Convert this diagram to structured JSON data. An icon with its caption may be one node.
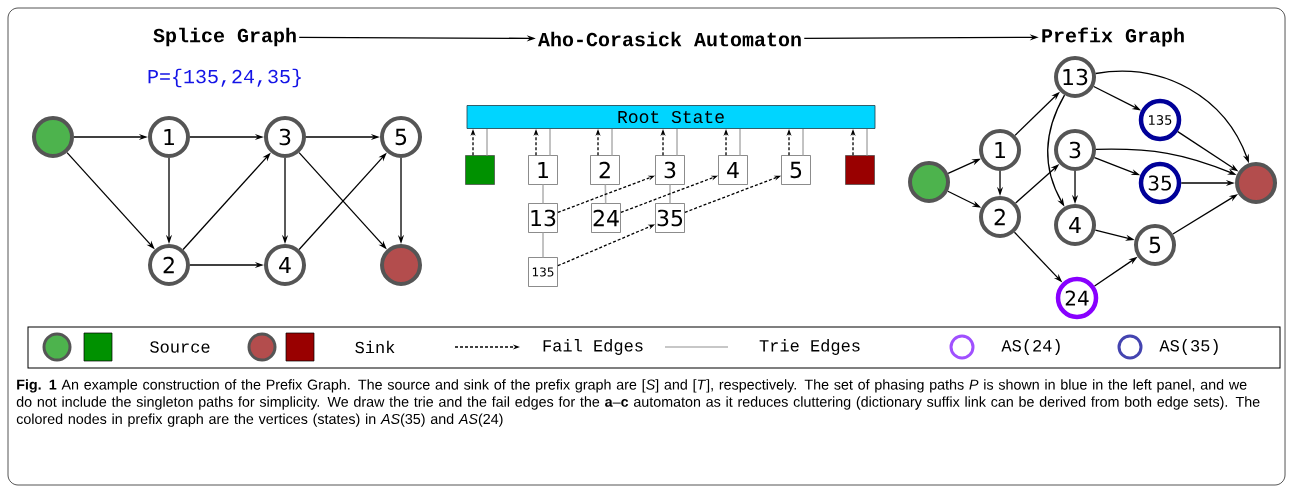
{
  "diagram": {
    "nodes": [
      {
        "text": [
          "Splice Graph"
        ]
      },
      {
        "text": [
          "Aho-Corasick Automaton"
        ]
      },
      {
        "text": [
          "Prefix Graph"
        ]
      },
      {
        "text": [],
        "shape": "circle"
      },
      {
        "text": [
          "1"
        ]
      },
      {
        "text": [
          "3"
        ]
      },
      {
        "text": [
          "5"
        ]
      },
      {
        "text": [
          "2"
        ]
      },
      {
        "text": [
          "4"
        ]
      },
      {
        "text": [],
        "shape": "circle"
      },
      {
        "text": [
          "Root State"
        ]
      },
      {
        "text": [],
        "shape": "box"
      },
      {
        "text": [
          "1"
        ]
      },
      {
        "text": [
          "2"
        ]
      },
      {
        "text": [
          "3"
        ]
      },
      {
        "text": [
          "4"
        ]
      },
      {
        "text": [
          "5"
        ]
      },
      {
        "text": [],
        "shape": "box"
      },
      {
        "text": [
          "13"
        ]
      },
      {
        "text": [
          "24"
        ]
      },
      {
        "text": [
          "35"
        ]
      },
      {
        "text": [
          "135"
        ]
      },
      {
        "text": [],
        "shape": "circle"
      },
      {
        "text": [
          "1"
        ]
      },
      {
        "text": [
          "2"
        ]
      },
      {
        "text": [
          "13"
        ]
      },
      {
        "text": [
          "3"
        ]
      },
      {
        "text": [
          "4"
        ]
      },
      {
        "text": [
          "135"
        ]
      },
      {
        "text": [
          "35"
        ]
      },
      {
        "text": [
          "5"
        ]
      },
      {
        "text": [],
        "shape": "circle"
      },
      {
        "text": [
          "24"
        ]
      }
    ],
    "edges": [
      {
        "from": 0,
        "to": 1,
        "arrow": "to"
      },
      {
        "from": 1,
        "to": 2,
        "arrow": "to"
      },
      {
        "from": 3,
        "to": 4,
        "arrow": "to"
      },
      {
        "from": 4,
        "to": 5,
        "arrow": "to"
      },
      {
        "from": 5,
        "to": 6,
        "arrow": "to"
      },
      {
        "from": 3,
        "to": 7,
        "arrow": "to"
      },
      {
        "from": 4,
        "to": 7,
        "arrow": "to"
      },
      {
        "from": 7,
        "to": 5,
        "arrow": "to"
      },
      {
        "from": 7,
        "to": 8,
        "arrow": "to"
      },
      {
        "from": 5,
        "to": 8,
        "arrow": "to"
      },
      {
        "from": 8,
        "to": 6,
        "arrow": "to"
      },
      {
        "from": 5,
        "to": 9,
        "arrow": "to"
      },
      {
        "from": 6,
        "to": 9,
        "arrow": "to"
      },
      {
        "from": 11,
        "to": 10,
        "arrow": "to",
        "style": "dashed"
      },
      {
        "from": 10,
        "to": 11,
        "arrow": "none",
        "color": "#b4b4b4"
      },
      {
        "from": 12,
        "to": 10,
        "arrow": "to",
        "style": "dashed"
      },
      {
        "from": 10,
        "to": 12,
        "arrow": "none",
        "color": "#b4b4b4"
      },
      {
        "from": 13,
        "to": 10,
        "arrow": "to",
        "style": "dashed"
      },
      {
        "from": 10,
        "to": 13,
        "arrow": "none",
        "color": "#b4b4b4"
      },
      {
        "from": 14,
        "to": 10,
        "arrow": "to",
        "style": "dashed"
      },
      {
        "from": 10,
        "to": 14,
        "arrow": "none",
        "color": "#b4b4b4"
      },
      {
        "from": 15,
        "to": 10,
        "arrow": "to",
        "style": "dashed"
      },
      {
        "from": 10,
        "to": 15,
        "arrow": "none",
        "color": "#b4b4b4"
      },
      {
        "from": 16,
        "to": 10,
        "arrow": "to",
        "style": "dashed"
      },
      {
        "from": 10,
        "to": 16,
        "arrow": "none",
        "color": "#b4b4b4"
      },
      {
        "from": 17,
        "to": 10,
        "arrow": "to",
        "style": "dashed"
      },
      {
        "from": 10,
        "to": 17,
        "arrow": "none",
        "color": "#b4b4b4"
      },
      {
        "from": 12,
        "to": 18,
        "arrow": "none",
        "color": "#b4b4b4"
      },
      {
        "from": 18,
        "to": 21,
        "arrow": "none",
        "color": "#b4b4b4"
      },
      {
        "from": 13,
        "to": 19,
        "arrow": "none",
        "color": "#b4b4b4"
      },
      {
        "from": 14,
        "to": 20,
        "arrow": "none",
        "color": "#b4b4b4"
      },
      {
        "from": 18,
        "to": 14,
        "arrow": "to",
        "style": "dashed"
      },
      {
        "from": 19,
        "to": 15,
        "arrow": "to",
        "style": "dashed"
      },
      {
        "from": 20,
        "to": 16,
        "arrow": "to",
        "style": "dashed"
      },
      {
        "from": 21,
        "to": 20,
        "arrow": "to",
        "style": "dashed"
      },
      {
        "from": 22,
        "to": 23,
        "arrow": "to"
      },
      {
        "from": 22,
        "to": 24,
        "arrow": "to"
      },
      {
        "from": 23,
        "to": 25,
        "arrow": "to"
      },
      {
        "from": 23,
        "to": 24,
        "arrow": "to"
      },
      {
        "from": 24,
        "to": 26,
        "arrow": "to"
      },
      {
        "from": 24,
        "to": 32,
        "arrow": "to"
      },
      {
        "from": 25,
        "to": 28,
        "arrow": "to"
      },
      {
        "from": 25,
        "to": 31,
        "arrow": "to"
      },
      {
        "from": 25,
        "to": 27,
        "arrow": "to"
      },
      {
        "from": 26,
        "to": 31,
        "arrow": "to"
      },
      {
        "from": 26,
        "to": 29,
        "arrow": "to"
      },
      {
        "from": 26,
        "to": 27,
        "arrow": "to"
      },
      {
        "from": 29,
        "to": 31,
        "arrow": "to"
      },
      {
        "from": 28,
        "to": 31,
        "arrow": "to"
      },
      {
        "from": 27,
        "to": 30,
        "arrow": "to"
      },
      {
        "from": 32,
        "to": 30,
        "arrow": "to"
      },
      {
        "from": 30,
        "to": 31,
        "arrow": "to"
      }
    ],
    "labels": [
      "P={135,24,35}"
    ],
    "legend": [
      {
        "text": "Source"
      },
      {
        "text": "Sink"
      },
      {
        "text": "Fail Edges"
      },
      {
        "text": "Trie Edges"
      },
      {
        "text": "AS(24)"
      },
      {
        "text": "AS(35)"
      }
    ],
    "caption": "**Fig. 1** An example construction of the Prefix Graph. The source and sink of the prefix graph are [*S*] and [*T*], respectively. The set of phasing paths *P* is shown in blue in the left panel, and we do not include the singleton paths for simplicity. We draw the trie and the fail edges for the **a**–**c** automaton as it reduces cluttering (dictionary suffix link can be derived from both edge sets). The colored nodes in prefix graph are the vertices (states) in *AS*(35) and *AS*(24)"
  }
}
